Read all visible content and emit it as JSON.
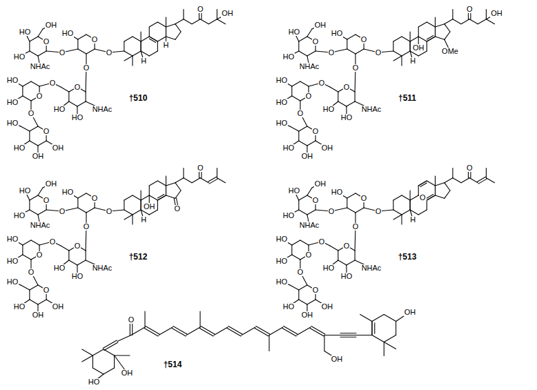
{
  "diagram": {
    "labels": [
      "HO",
      "OH",
      "HO",
      "O",
      "HO",
      "O",
      "O",
      "NHAc",
      "O",
      "O",
      "HO",
      "O",
      "O",
      "NHAc",
      "O",
      "HO",
      "HO",
      "HO",
      "O",
      "HO",
      "O",
      "HO",
      "OH",
      "OH",
      "H",
      "H",
      "O",
      "OH",
      "†510",
      "HO",
      "OH",
      "HO",
      "O",
      "HO",
      "O",
      "O",
      "NHAc",
      "O",
      "O",
      "HO",
      "O",
      "O",
      "NHAc",
      "O",
      "HO",
      "HO",
      "HO",
      "O",
      "HO",
      "O",
      "HO",
      "OH",
      "OH",
      "OH",
      "H",
      "OMe",
      "O",
      "OH",
      "†511",
      "HO",
      "OH",
      "HO",
      "O",
      "HO",
      "O",
      "O",
      "NHAc",
      "O",
      "O",
      "HO",
      "O",
      "O",
      "NHAc",
      "O",
      "HO",
      "HO",
      "HO",
      "O",
      "HO",
      "O",
      "HO",
      "OH",
      "OH",
      "OH",
      "O",
      "H",
      "O",
      "†512",
      "HO",
      "OH",
      "HO",
      "O",
      "HO",
      "O",
      "O",
      "NHAc",
      "O",
      "O",
      "HO",
      "O",
      "O",
      "NHAc",
      "O",
      "HO",
      "HO",
      "HO",
      "O",
      "HO",
      "O",
      "HO",
      "OH",
      "OH",
      "O",
      "H",
      "O",
      "†513",
      "O",
      "HO",
      "OH",
      "OH",
      "OH",
      "†514"
    ]
  }
}
